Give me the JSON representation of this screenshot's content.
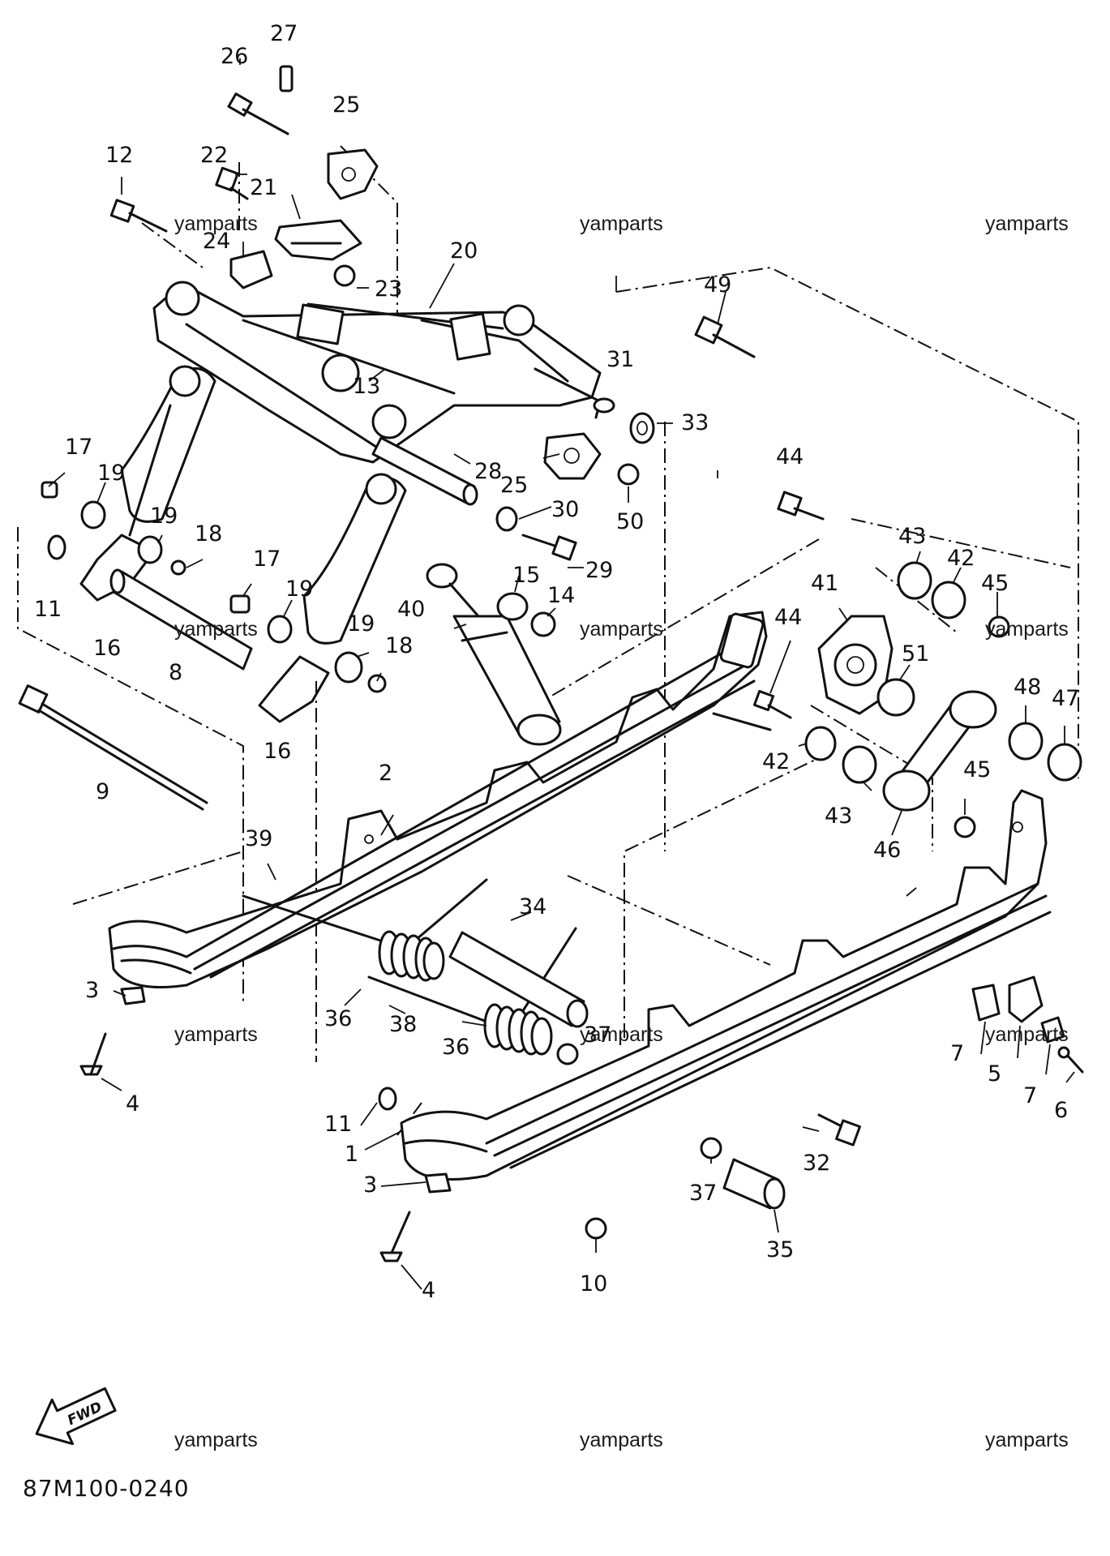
{
  "diagram_code": "87M100-0240",
  "direction_label": "FWD",
  "watermark_text": "yamparts",
  "callouts": [
    "1",
    "2",
    "3",
    "4",
    "5",
    "6",
    "7",
    "8",
    "9",
    "10",
    "11",
    "12",
    "13",
    "14",
    "15",
    "16",
    "17",
    "18",
    "19",
    "20",
    "21",
    "22",
    "23",
    "24",
    "25",
    "26",
    "27",
    "28",
    "29",
    "30",
    "31",
    "32",
    "33",
    "34",
    "35",
    "36",
    "37",
    "38",
    "39",
    "40",
    "41",
    "42",
    "43",
    "44",
    "45",
    "46",
    "47",
    "48",
    "49",
    "50",
    "51"
  ],
  "icons": {
    "direction_arrow": "fwd-arrow-icon"
  }
}
